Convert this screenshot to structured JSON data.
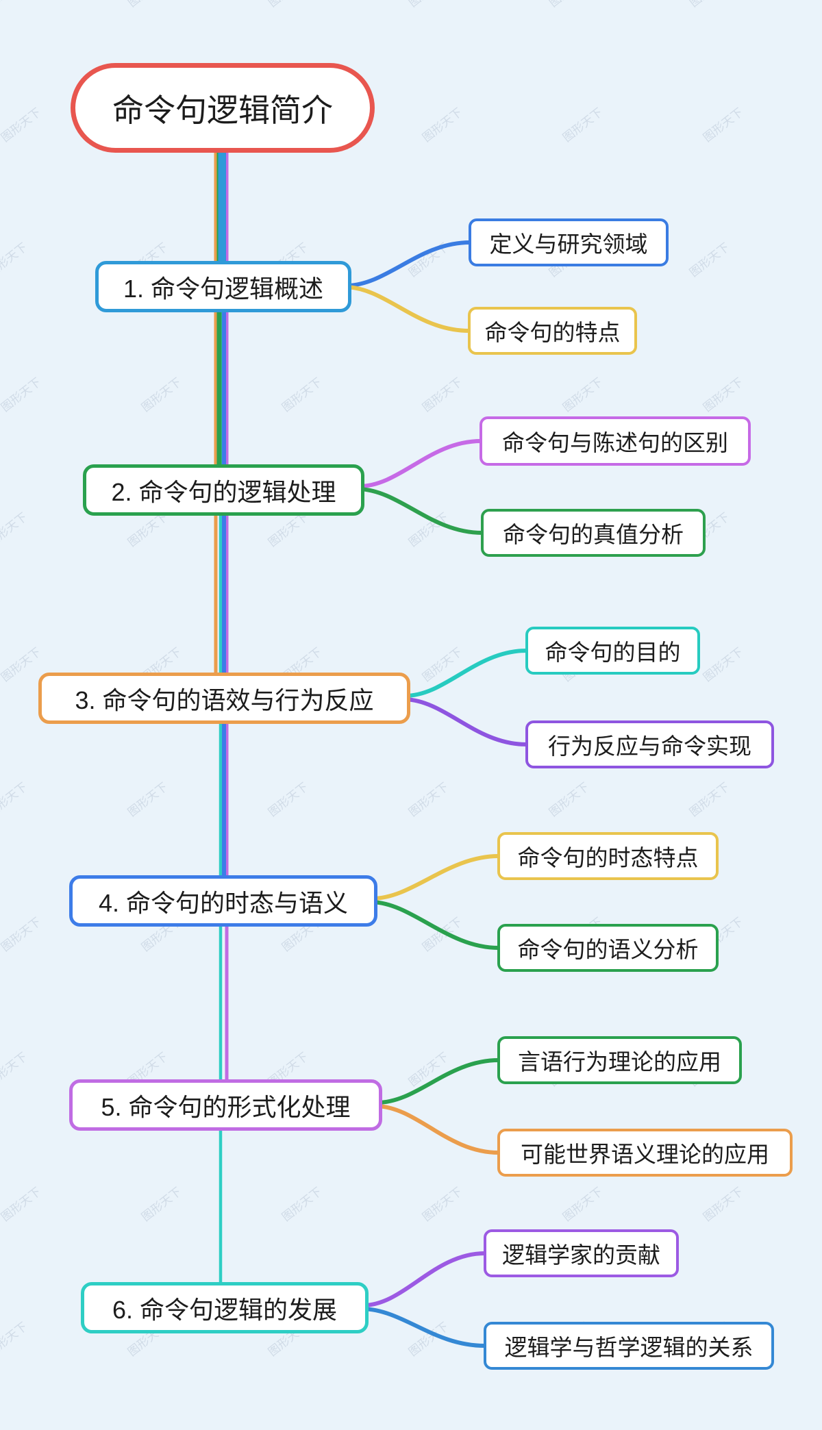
{
  "canvas": {
    "background_color": "#eaf3fa",
    "watermark_text": "图形天下"
  },
  "root": {
    "label": "命令句逻辑简介",
    "border_color": "#e8564f"
  },
  "branches": [
    {
      "label": "1. 命令句逻辑概述",
      "border_color": "#2f9ad8",
      "trunk_color": "#2e9ad8",
      "children": [
        {
          "label": "定义与研究领域",
          "border_color": "#3a7ce2"
        },
        {
          "label": "命令句的特点",
          "border_color": "#e9c44d"
        }
      ]
    },
    {
      "label": "2. 命令句的逻辑处理",
      "border_color": "#2aa14e",
      "trunk_color": "#2aa14e",
      "children": [
        {
          "label": "命令句与陈述句的区别",
          "border_color": "#c66ae6"
        },
        {
          "label": "命令句的真值分析",
          "border_color": "#2ea04e"
        }
      ]
    },
    {
      "label": "3. 命令句的语效与行为反应",
      "border_color": "#eb9d4c",
      "trunk_color": "#eb9d4c",
      "children": [
        {
          "label": "命令句的目的",
          "border_color": "#27cbc0"
        },
        {
          "label": "行为反应与命令实现",
          "border_color": "#8e55e0"
        }
      ]
    },
    {
      "label": "4. 命令句的时态与语义",
      "border_color": "#3d7ce8",
      "trunk_color": "#3d7ce8",
      "children": [
        {
          "label": "命令句的时态特点",
          "border_color": "#e9c44d"
        },
        {
          "label": "命令句的语义分析",
          "border_color": "#2aa14e"
        }
      ]
    },
    {
      "label": "5. 命令句的形式化处理",
      "border_color": "#c06ce3",
      "trunk_color": "#c06ce3",
      "children": [
        {
          "label": "言语行为理论的应用",
          "border_color": "#2aa14e"
        },
        {
          "label": "可能世界语义理论的应用",
          "border_color": "#eb9d4c"
        }
      ]
    },
    {
      "label": "6. 命令句逻辑的发展",
      "border_color": "#2ecec4",
      "trunk_color": "#2ecec4",
      "children": [
        {
          "label": "逻辑学家的贡献",
          "border_color": "#9c5ae3"
        },
        {
          "label": "逻辑学与哲学逻辑的关系",
          "border_color": "#3488d4"
        }
      ]
    }
  ]
}
